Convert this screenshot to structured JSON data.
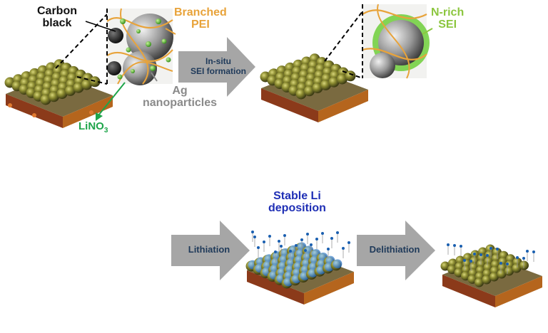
{
  "labels": {
    "carbon_black": "Carbon\nblack",
    "branched_pei": "Branched\nPEI",
    "ag_nanoparticles": "Ag\nnanoparticles",
    "lino3_main": "LiNO",
    "lino3_sub": "3",
    "n_rich_sei": "N-rich\nSEI",
    "stable_li_deposition": "Stable Li\ndeposition"
  },
  "arrows": {
    "in_situ": "In-situ\nSEI formation",
    "lithiation": "Lithiation",
    "delithiation": "Delithiation"
  },
  "colors": {
    "carbon_black": "#111111",
    "branched_pei": "#e8a33a",
    "ag_nanoparticles": "#8a8a8a",
    "lino3": "#1ea54a",
    "n_rich_sei": "#8cc63f",
    "stable_li": "#1f2fb5",
    "arrow_fill": "#a6a6a6",
    "substrate": "#a0522d",
    "sphere": "#7d7a2f"
  }
}
